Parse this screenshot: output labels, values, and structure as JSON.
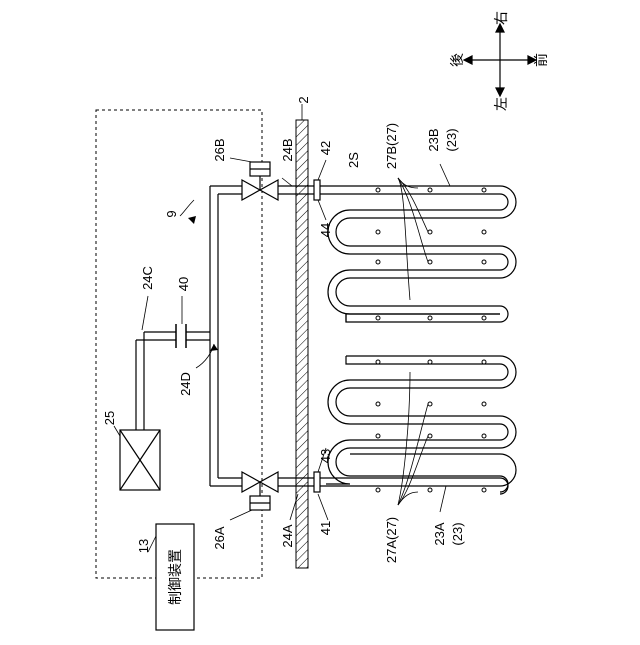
{
  "labels": {
    "wall": "2",
    "space": "2S",
    "system": "9",
    "controller_ref": "13",
    "controller_name": "制御装置",
    "unit": "25",
    "valve_a": "26A",
    "valve_b": "26B",
    "pipe_a": "24A",
    "pipe_b": "24B",
    "pipe_c": "24C",
    "pipe_d": "24D",
    "connector": "40",
    "sensor_41": "41",
    "sensor_42": "42",
    "sensor_43": "43",
    "sensor_44": "44",
    "holes_a": "27A(27)",
    "holes_b": "27B(27)",
    "coil_a": "23A",
    "coil_a_group": "(23)",
    "coil_b": "23B",
    "coil_b_group": "(23)"
  },
  "compass": {
    "rear": "後",
    "right": "右",
    "front": "前",
    "left": "左"
  }
}
